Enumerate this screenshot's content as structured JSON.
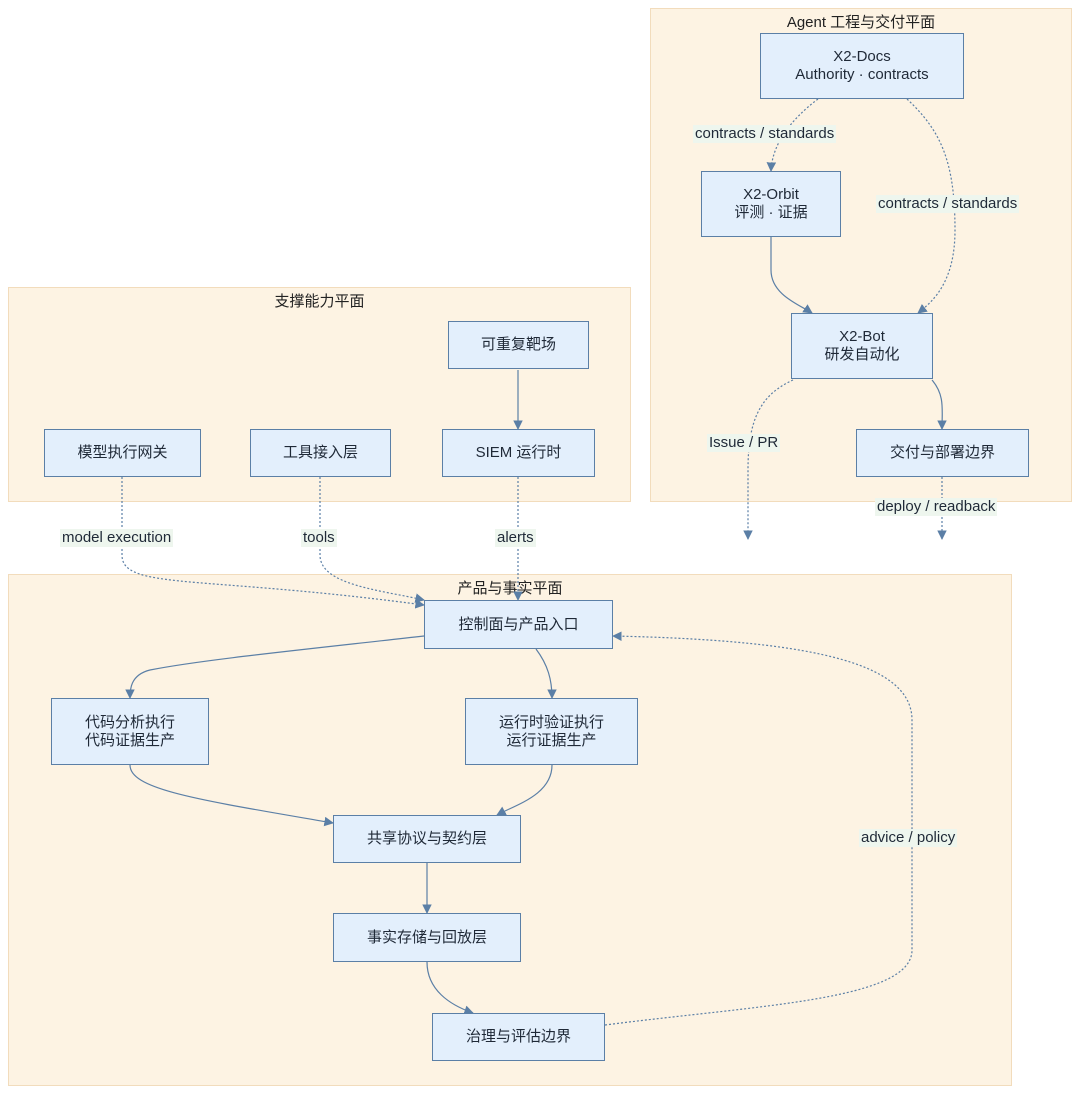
{
  "planes": {
    "agent": {
      "title": "Agent 工程与交付平面"
    },
    "support": {
      "title": "支撑能力平面"
    },
    "product": {
      "title": "产品与事实平面"
    }
  },
  "nodes": {
    "x2docs": {
      "line1": "X2-Docs",
      "line2": "Authority · contracts"
    },
    "x2orbit": {
      "line1": "X2-Orbit",
      "line2": "评测 · 证据"
    },
    "x2bot": {
      "line1": "X2-Bot",
      "line2": "研发自动化"
    },
    "delivery": {
      "line1": "交付与部署边界"
    },
    "range": {
      "line1": "可重复靶场"
    },
    "model_gateway": {
      "line1": "模型执行网关"
    },
    "tool_access": {
      "line1": "工具接入层"
    },
    "siem_runtime": {
      "line1": "SIEM 运行时"
    },
    "control_plane": {
      "line1": "控制面与产品入口"
    },
    "code_analysis": {
      "line1": "代码分析执行",
      "line2": "代码证据生产"
    },
    "runtime_verify": {
      "line1": "运行时验证执行",
      "line2": "运行证据生产"
    },
    "shared_protocol": {
      "line1": "共享协议与契约层"
    },
    "fact_store": {
      "line1": "事实存储与回放层"
    },
    "governance": {
      "line1": "治理与评估边界"
    }
  },
  "edge_labels": {
    "docs_orbit": "contracts / standards",
    "docs_bot": "contracts / standards",
    "bot_issue": "Issue / PR",
    "delivery_out": "deploy / readback",
    "model_exec": "model execution",
    "tools": "tools",
    "alerts": "alerts",
    "advice": "advice / policy"
  },
  "colors": {
    "plane_fill": "#fdf3e3",
    "plane_border": "#f2dcbc",
    "node_fill": "#e3effc",
    "node_border": "#5b7fa6",
    "edge": "#5b7fa6",
    "label_bg": "#eef6ee"
  }
}
